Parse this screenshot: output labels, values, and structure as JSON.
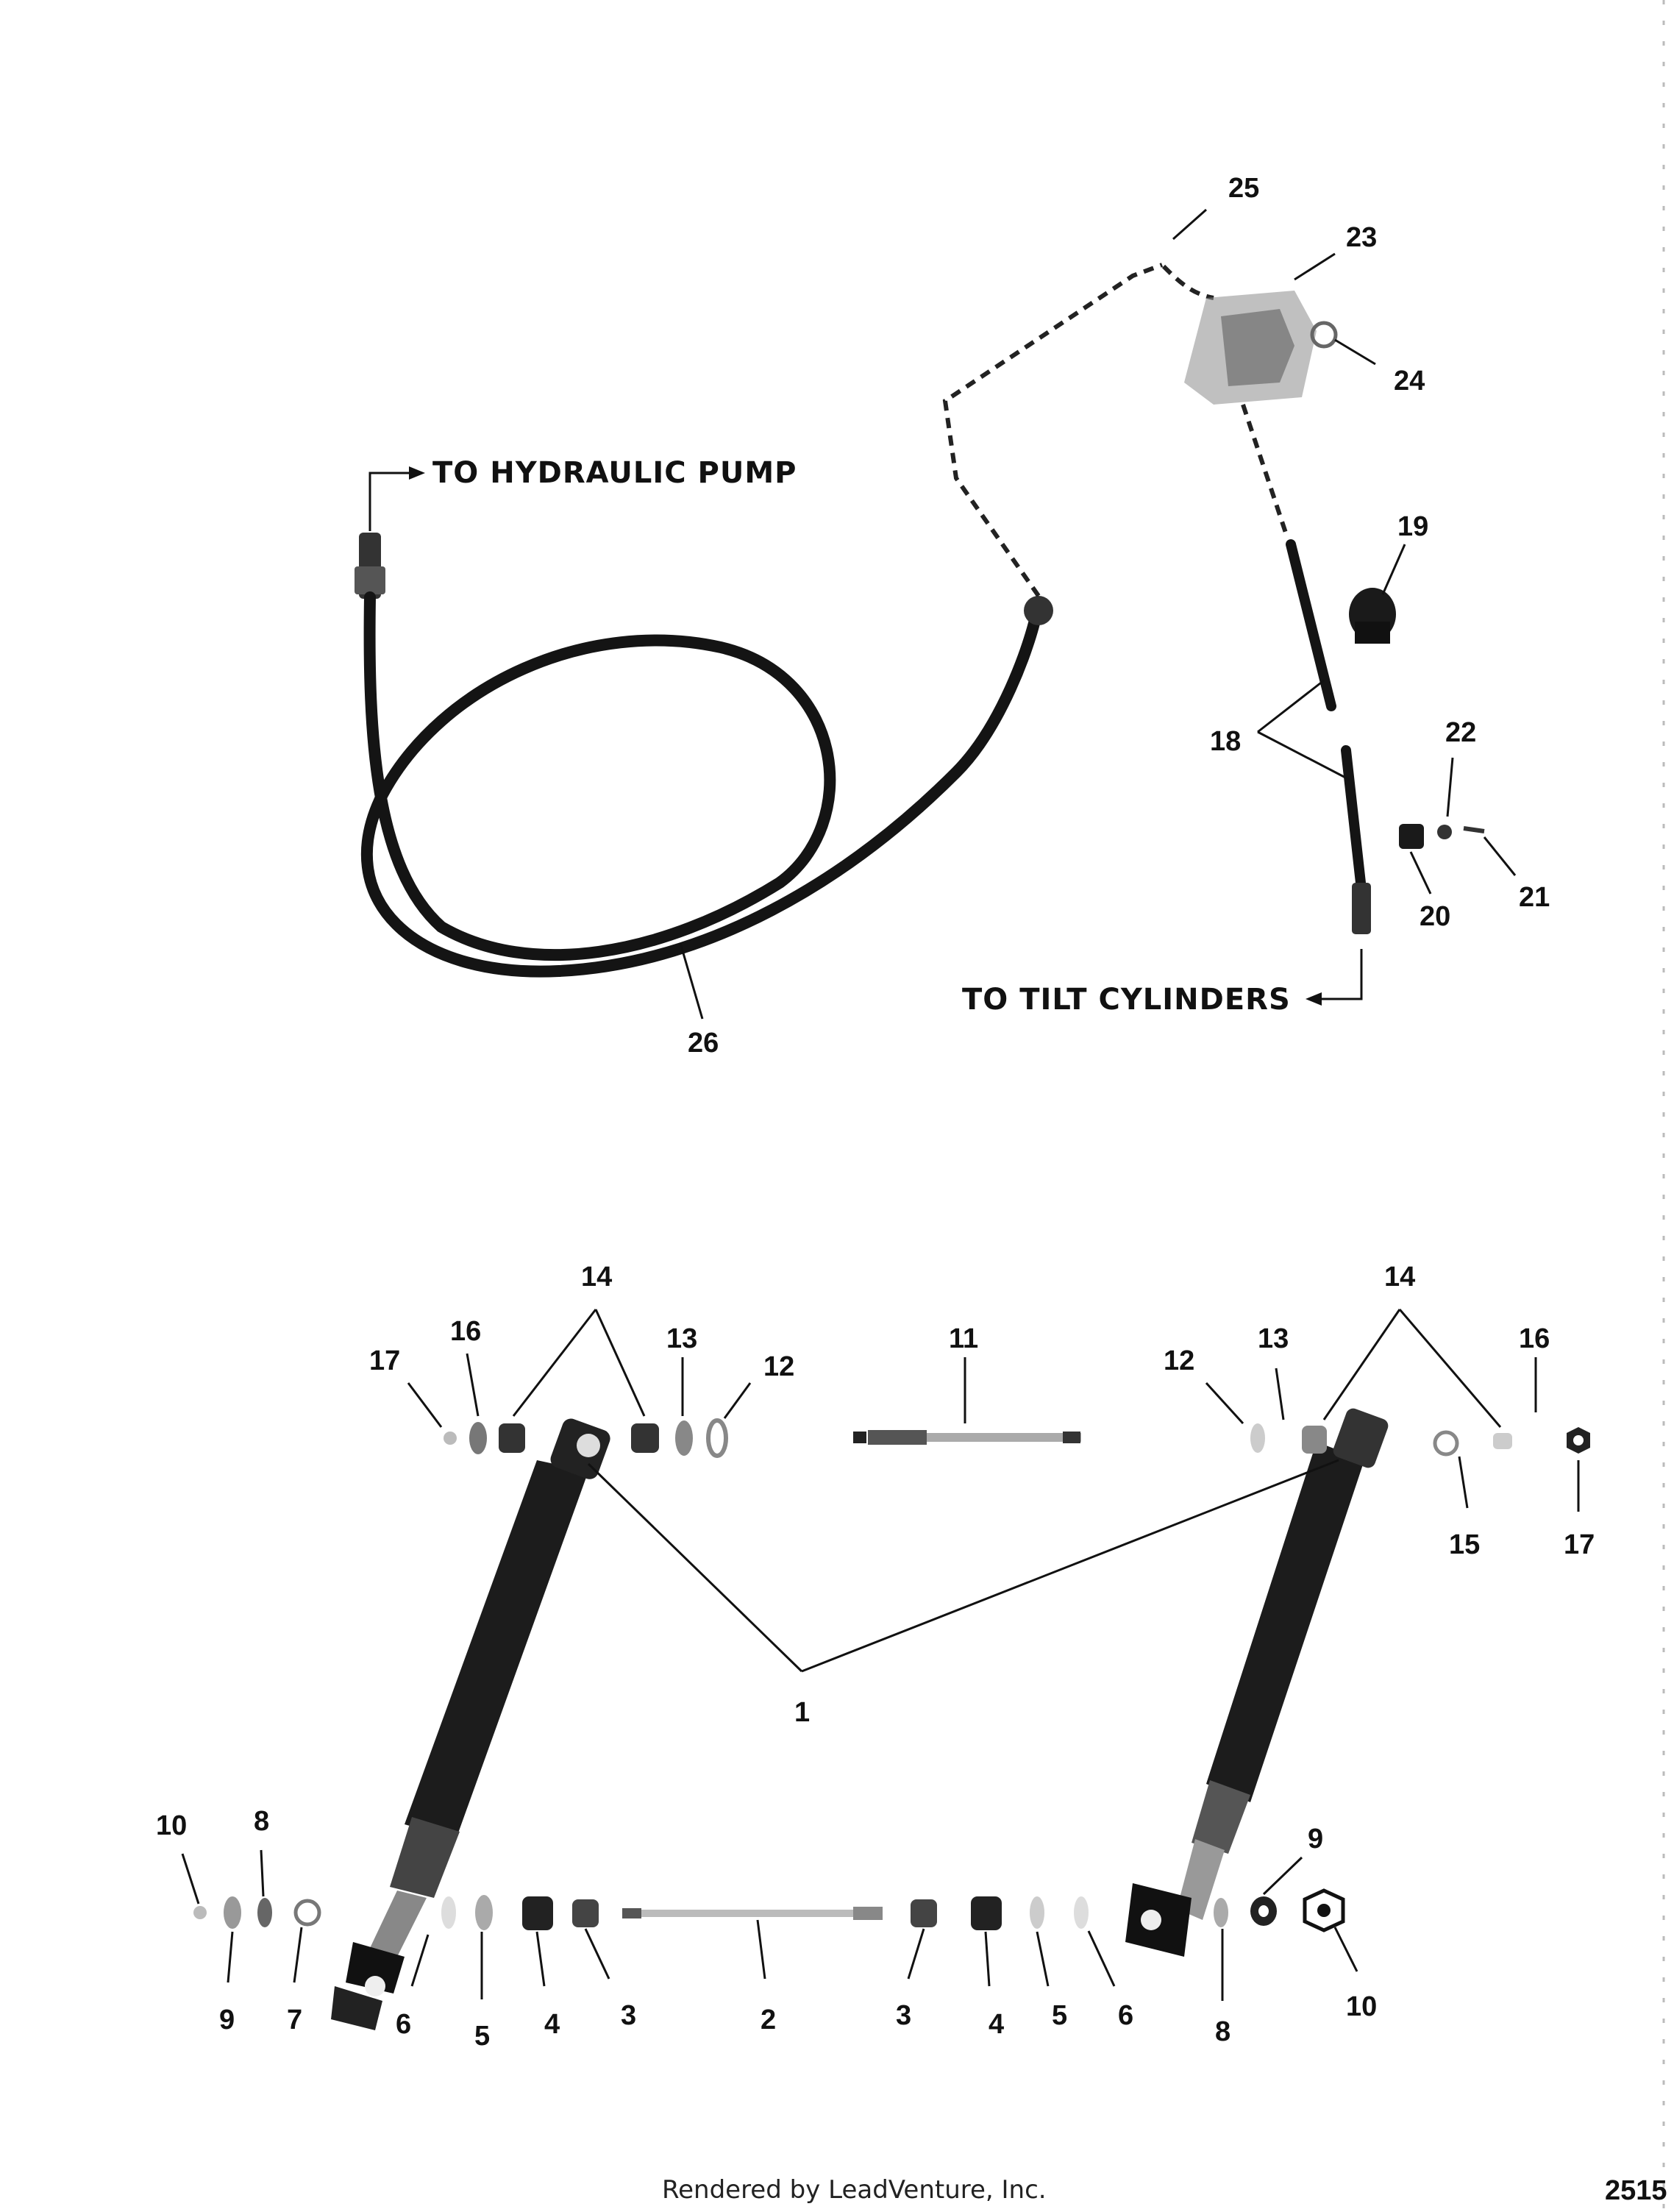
{
  "callouts": {
    "pump": "TO HYDRAULIC PUMP",
    "tilt": "TO TILT CYLINDERS"
  },
  "labels": {
    "l1": "1",
    "l2": "2",
    "l3a": "3",
    "l3b": "3",
    "l4a": "4",
    "l4b": "4",
    "l5a": "5",
    "l5b": "5",
    "l6a": "6",
    "l6b": "6",
    "l7": "7",
    "l8a": "8",
    "l8b": "8",
    "l9a": "9",
    "l9b": "9",
    "l10a": "10",
    "l10b": "10",
    "l11": "11",
    "l12a": "12",
    "l12b": "12",
    "l13a": "13",
    "l13b": "13",
    "l14a": "14",
    "l14b": "14",
    "l15": "15",
    "l16a": "16",
    "l16b": "16",
    "l17a": "17",
    "l17b": "17",
    "l18": "18",
    "l19": "19",
    "l20": "20",
    "l21": "21",
    "l22": "22",
    "l23": "23",
    "l24": "24",
    "l25": "25",
    "l26": "26"
  },
  "footer": {
    "credit": "Rendered by LeadVenture, Inc.",
    "page_number": "2515"
  }
}
